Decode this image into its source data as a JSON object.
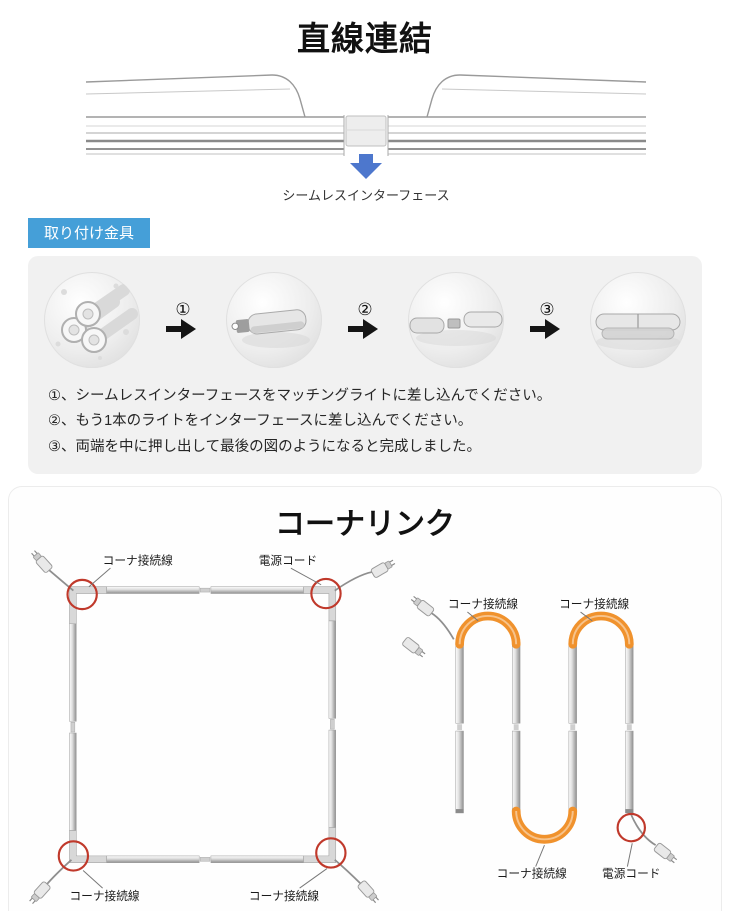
{
  "straight": {
    "title": "直線連結",
    "interface_label": "シームレスインターフェース"
  },
  "bracket": {
    "badge": "取り付け金具",
    "step_numbers": [
      "①",
      "②",
      "③"
    ],
    "instructions": [
      "①、シームレスインターフェースをマッチングライトに差し込んでください。",
      "②、もう1本のライトをインターフェースに差し込んでください。",
      "③、両端を中に押し出して最後の図のようになると完成しました。"
    ]
  },
  "corner": {
    "title": "コーナリンク",
    "square": {
      "top_left_label": "コーナ接続線",
      "top_right_label": "電源コード",
      "bottom_left_label": "コーナ接続線",
      "bottom_right_label": "コーナ接続線"
    },
    "serpentine": {
      "top_left_label": "コーナ接続線",
      "top_right_label": "コーナ接続線",
      "bottom_left_label": "コーナ接続線",
      "bottom_right_label": "電源コード"
    }
  },
  "colors": {
    "badge_blue": "#459fd8",
    "arrow_blue": "#4d77cd",
    "highlight_red": "#c0392b",
    "corner_orange": "#f0922d"
  }
}
